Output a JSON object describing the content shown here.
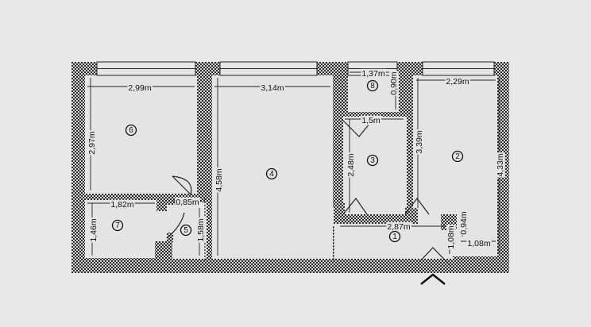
{
  "floor_plan": {
    "rooms": [
      {
        "number": "1"
      },
      {
        "number": "2"
      },
      {
        "number": "3"
      },
      {
        "number": "4"
      },
      {
        "number": "5"
      },
      {
        "number": "6"
      },
      {
        "number": "7"
      },
      {
        "number": "8"
      }
    ],
    "dimensions": [
      "2,99m",
      "2,97m",
      "3,14m",
      "4,58m",
      "1,37m",
      "0,90m",
      "1,5m",
      "2,48m",
      "3,39m",
      "2,29m",
      "4,33m",
      "2,87m",
      "1,08m",
      "0,94m",
      "1,08m",
      "1,82m",
      "1,46m",
      "0,85m",
      "1,58m"
    ],
    "entrance_marker": "entrance-arrow-icon",
    "colors": {
      "paper": "#e8e8e6",
      "wall": "#2a2a2a",
      "room": "#e4e4e2"
    }
  }
}
